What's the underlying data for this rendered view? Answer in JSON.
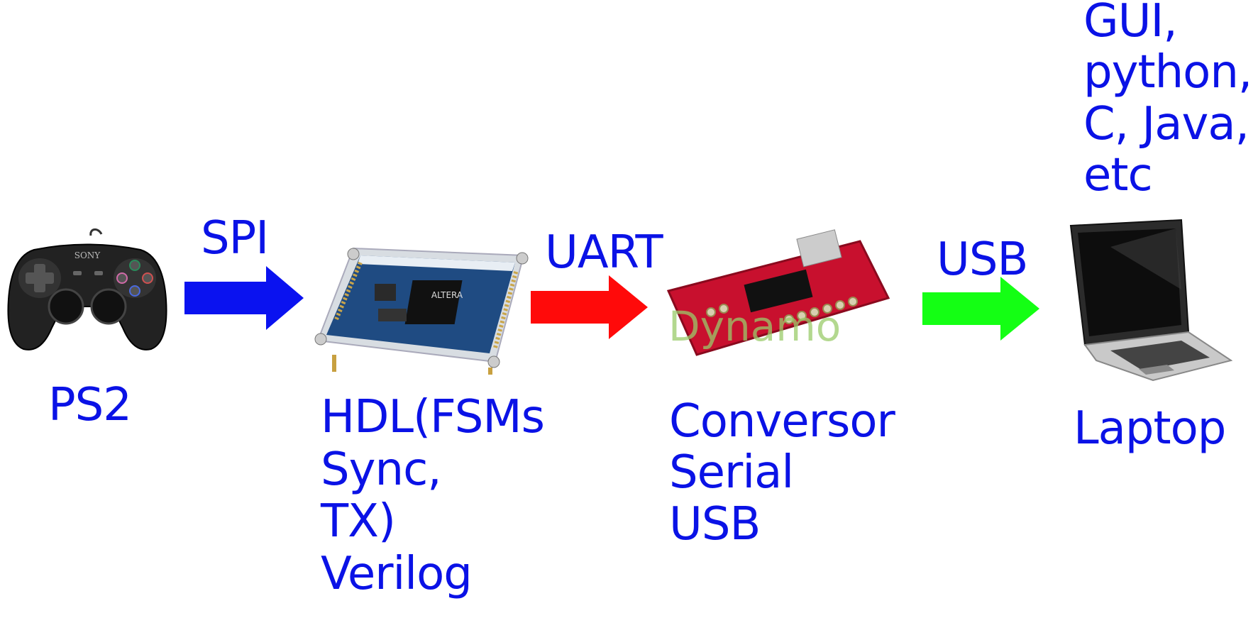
{
  "nodes": [
    {
      "id": "ps2",
      "label_lines": [
        "PS2"
      ],
      "icon": "gamepad-icon",
      "brand_text": "SONY"
    },
    {
      "id": "fpga",
      "label_lines": [
        "HDL(FSMs",
        "Sync,",
        "TX)",
        "Verilog"
      ],
      "icon": "fpga-board-icon",
      "chip_text": "ALTERA"
    },
    {
      "id": "converter",
      "label_lines": [
        "Conversor",
        "Serial",
        "USB"
      ],
      "icon": "usb-serial-converter-icon",
      "watermark_text": "Dynamo"
    },
    {
      "id": "laptop",
      "label_lines": [
        "Laptop"
      ],
      "icon": "laptop-icon",
      "caption_lines": [
        "GUI,",
        "python,",
        "C, Java,",
        "etc"
      ]
    }
  ],
  "edges": [
    {
      "from": "ps2",
      "to": "fpga",
      "label": "SPI",
      "color": "#0a12f0"
    },
    {
      "from": "fpga",
      "to": "converter",
      "label": "UART",
      "color": "#ff0a0a"
    },
    {
      "from": "converter",
      "to": "laptop",
      "label": "USB",
      "color": "#14ff14"
    }
  ],
  "colors": {
    "text": "#0a12e6",
    "background": "#ffffff"
  }
}
